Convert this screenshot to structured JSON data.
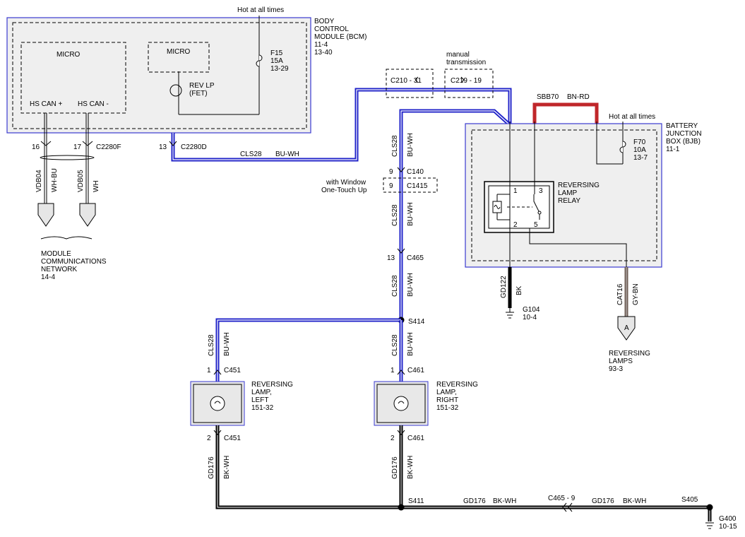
{
  "colors": {
    "blue_white_wire": "#1f22c8",
    "black_wire": "#000000",
    "red_wire": "#c0262a",
    "gray_brown_wire": "#6e5d55",
    "box_border": "#3a3ad0",
    "box_fill": "#efefef"
  },
  "bcm": {
    "hot_label": "Hot at all times",
    "title_lines": [
      "BODY",
      "CONTROL",
      "MODULE (BCM)",
      "11-4",
      "13-40"
    ],
    "micro1_label": "MICRO",
    "micro2_label": "MICRO",
    "hs_can_plus": "HS CAN +",
    "hs_can_minus": "HS CAN -",
    "rev_lp_lines": [
      "REV LP",
      "(FET)"
    ],
    "fuse_lines": [
      "F15",
      "15A",
      "13-29"
    ]
  },
  "can_side": {
    "pin16": "16",
    "pin17": "17",
    "connector_c2280f": "C2280F",
    "wire1_circuit": "VDB04",
    "wire1_color": "WH-BU",
    "wire2_circuit": "VDB05",
    "wire2_color": "WH",
    "network_lines": [
      "MODULE",
      "COMMUNICATIONS",
      "NETWORK",
      "14-4"
    ]
  },
  "rev_output": {
    "pin13": "13",
    "connector_c2280d": "C2280D",
    "circuit": "CLS28",
    "color": "BU-WH"
  },
  "inline": {
    "c210": "C210 - 31",
    "c219": "C219 - 19",
    "manual_lines": [
      "manual",
      "transmission"
    ]
  },
  "riser": {
    "cls28": "CLS28",
    "buwh": "BU-WH",
    "c140_pin": "9",
    "c140": "C140",
    "window_lines": [
      "with Window",
      "One-Touch Up"
    ],
    "c1415_pin": "9",
    "c1415": "C1415",
    "c465_pin": "13",
    "c465": "C465",
    "s414": "S414"
  },
  "bjb": {
    "sbb70": "SBB70",
    "bnrd": "BN-RD",
    "hot_label": "Hot at all times",
    "title_lines": [
      "BATTERY",
      "JUNCTION",
      "BOX (BJB)",
      "11-1"
    ],
    "fuse_lines": [
      "F70",
      "10A",
      "13-7"
    ],
    "relay_lines": [
      "REVERSING",
      "LAMP",
      "RELAY"
    ],
    "relay_pin1": "1",
    "relay_pin2": "2",
    "relay_pin3": "3",
    "relay_pin5": "5"
  },
  "ground_g104": {
    "circuit": "GD122",
    "color": "BK",
    "label": "G104",
    "ref": "10-4"
  },
  "reversing_lamps": {
    "circuit": "CAT16",
    "color": "GY-BN",
    "connector": "A",
    "lines": [
      "REVERSING",
      "LAMPS",
      "93-3"
    ]
  },
  "left_lamp": {
    "cls28": "CLS28",
    "buwh": "BU-WH",
    "pin_top": "1",
    "conn_top": "C451",
    "lines": [
      "REVERSING",
      "LAMP,",
      "LEFT",
      "151-32"
    ],
    "pin_bot": "2",
    "conn_bot": "C451",
    "gd176": "GD176",
    "bkwh": "BK-WH"
  },
  "right_lamp": {
    "cls28": "CLS28",
    "buwh": "BU-WH",
    "pin_top": "1",
    "conn_top": "C461",
    "lines": [
      "REVERSING",
      "LAMP,",
      "RIGHT",
      "151-32"
    ],
    "pin_bot": "2",
    "conn_bot": "C461",
    "gd176": "GD176",
    "bkwh": "BK-WH"
  },
  "ground_bus": {
    "s411": "S411",
    "gd176_a": "GD176",
    "bkwh_a": "BK-WH",
    "c465_9": "C465 - 9",
    "gd176_b": "GD176",
    "bkwh_b": "BK-WH",
    "s405": "S405",
    "g400": "G400",
    "g400_ref": "10-15"
  }
}
